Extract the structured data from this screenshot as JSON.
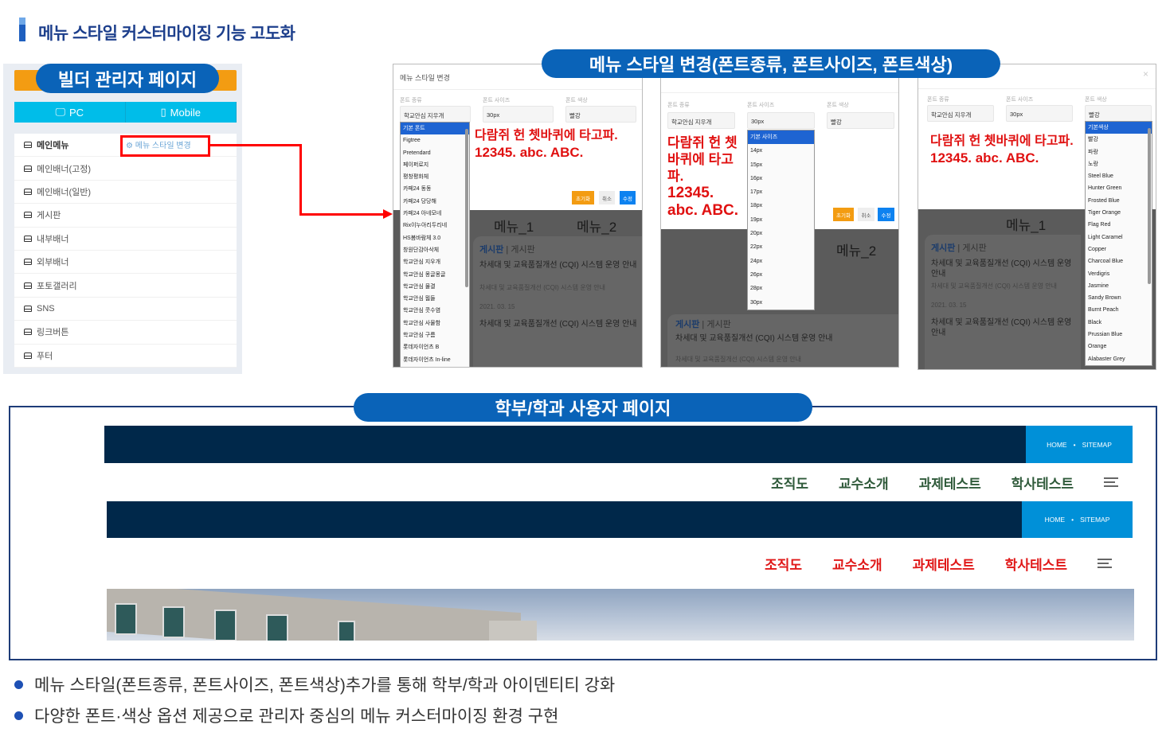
{
  "page_title": "메뉴 스타일 커스터마이징 기능 고도화",
  "builder": {
    "heading": "빌더 관리자 페이지",
    "pc_label": "PC",
    "mobile_label": "Mobile",
    "style_link": "메뉴 스타일 변경",
    "menu_items": [
      "메인메뉴",
      "메인배너(고정)",
      "메인배너(일반)",
      "게시판",
      "내부배너",
      "외부배너",
      "포토갤러리",
      "SNS",
      "링크버튼",
      "푸터"
    ]
  },
  "modal_heading": "메뉴 스타일 변경(폰트종류, 폰트사이즈, 폰트색상)",
  "modal": {
    "title": "메뉴 스타일 변경",
    "label_font": "폰트 종류",
    "label_size": "폰트 사이즈",
    "label_color": "폰트 색상",
    "value_font": "학교안심 지우개",
    "value_size": "30px",
    "value_color": "빨강",
    "preview_line1": "다람쥐 헌 쳇바퀴에 타고파.",
    "preview_line2": "12345. abc. ABC.",
    "btn_reset": "초기화",
    "btn_cancel": "취소",
    "btn_save": "수정",
    "close": "×"
  },
  "background_page": {
    "menu1": "메뉴_1",
    "menu2": "메뉴_2",
    "board_title": "게시판",
    "board_sub": "게시판",
    "post_title": "차세대 및 교육품질개선 (CQI) 시스템 운영 안내",
    "post_sub": "차세대 및 교육품질개선 (CQI) 시스템 운영 안내",
    "post_date": "2021. 03. 15"
  },
  "font_options": [
    "기본 폰트",
    "Figtree",
    "Pretendard",
    "페이퍼로지",
    "평창평화체",
    "카페24 동동",
    "카페24 당당해",
    "카페24 아네모네",
    "Rix이누아리두리네",
    "HS봄바람체 3.0",
    "창원단감아삭체",
    "학교안심 지우개",
    "학교안심 몽글몽글",
    "학교안심 물결",
    "학교안심 뭠들",
    "학교안심 콧수염",
    "학교안심 사물함",
    "학교안심 구름",
    "롯데자이언츠 B",
    "롯데자이언츠 In-line"
  ],
  "size_options": [
    "기본 사이즈",
    "14px",
    "15px",
    "16px",
    "17px",
    "18px",
    "19px",
    "20px",
    "22px",
    "24px",
    "26px",
    "28px",
    "30px"
  ],
  "color_options": [
    "기본색상",
    "빨강",
    "파랑",
    "노랑",
    "Steel Blue",
    "Hunter Green",
    "Frosted Blue",
    "Tiger Orange",
    "Flag Red",
    "Light Caramel",
    "Copper",
    "Charcoal Blue",
    "Verdigris",
    "Jasmine",
    "Sandy Brown",
    "Burnt Peach",
    "Black",
    "Prussian Blue",
    "Orange",
    "Alabaster Grey"
  ],
  "user_page": {
    "heading": "학부/학과 사용자 페이지",
    "home": "HOME",
    "sitemap": "SITEMAP",
    "sep": "•",
    "nav": [
      "조직도",
      "교수소개",
      "과제테스트",
      "학사테스트"
    ],
    "nav_color_1": "#2f5a3a",
    "nav_color_2": "#e01818"
  },
  "bullets": [
    "메뉴 스타일(폰트종류, 폰트사이즈, 폰트색상)추가를 통해 학부/학과 아이덴티티 강화",
    "다양한 폰트·색상 옵션 제공으로 관리자 중심의 메뉴 커스터마이징 환경 구현"
  ]
}
